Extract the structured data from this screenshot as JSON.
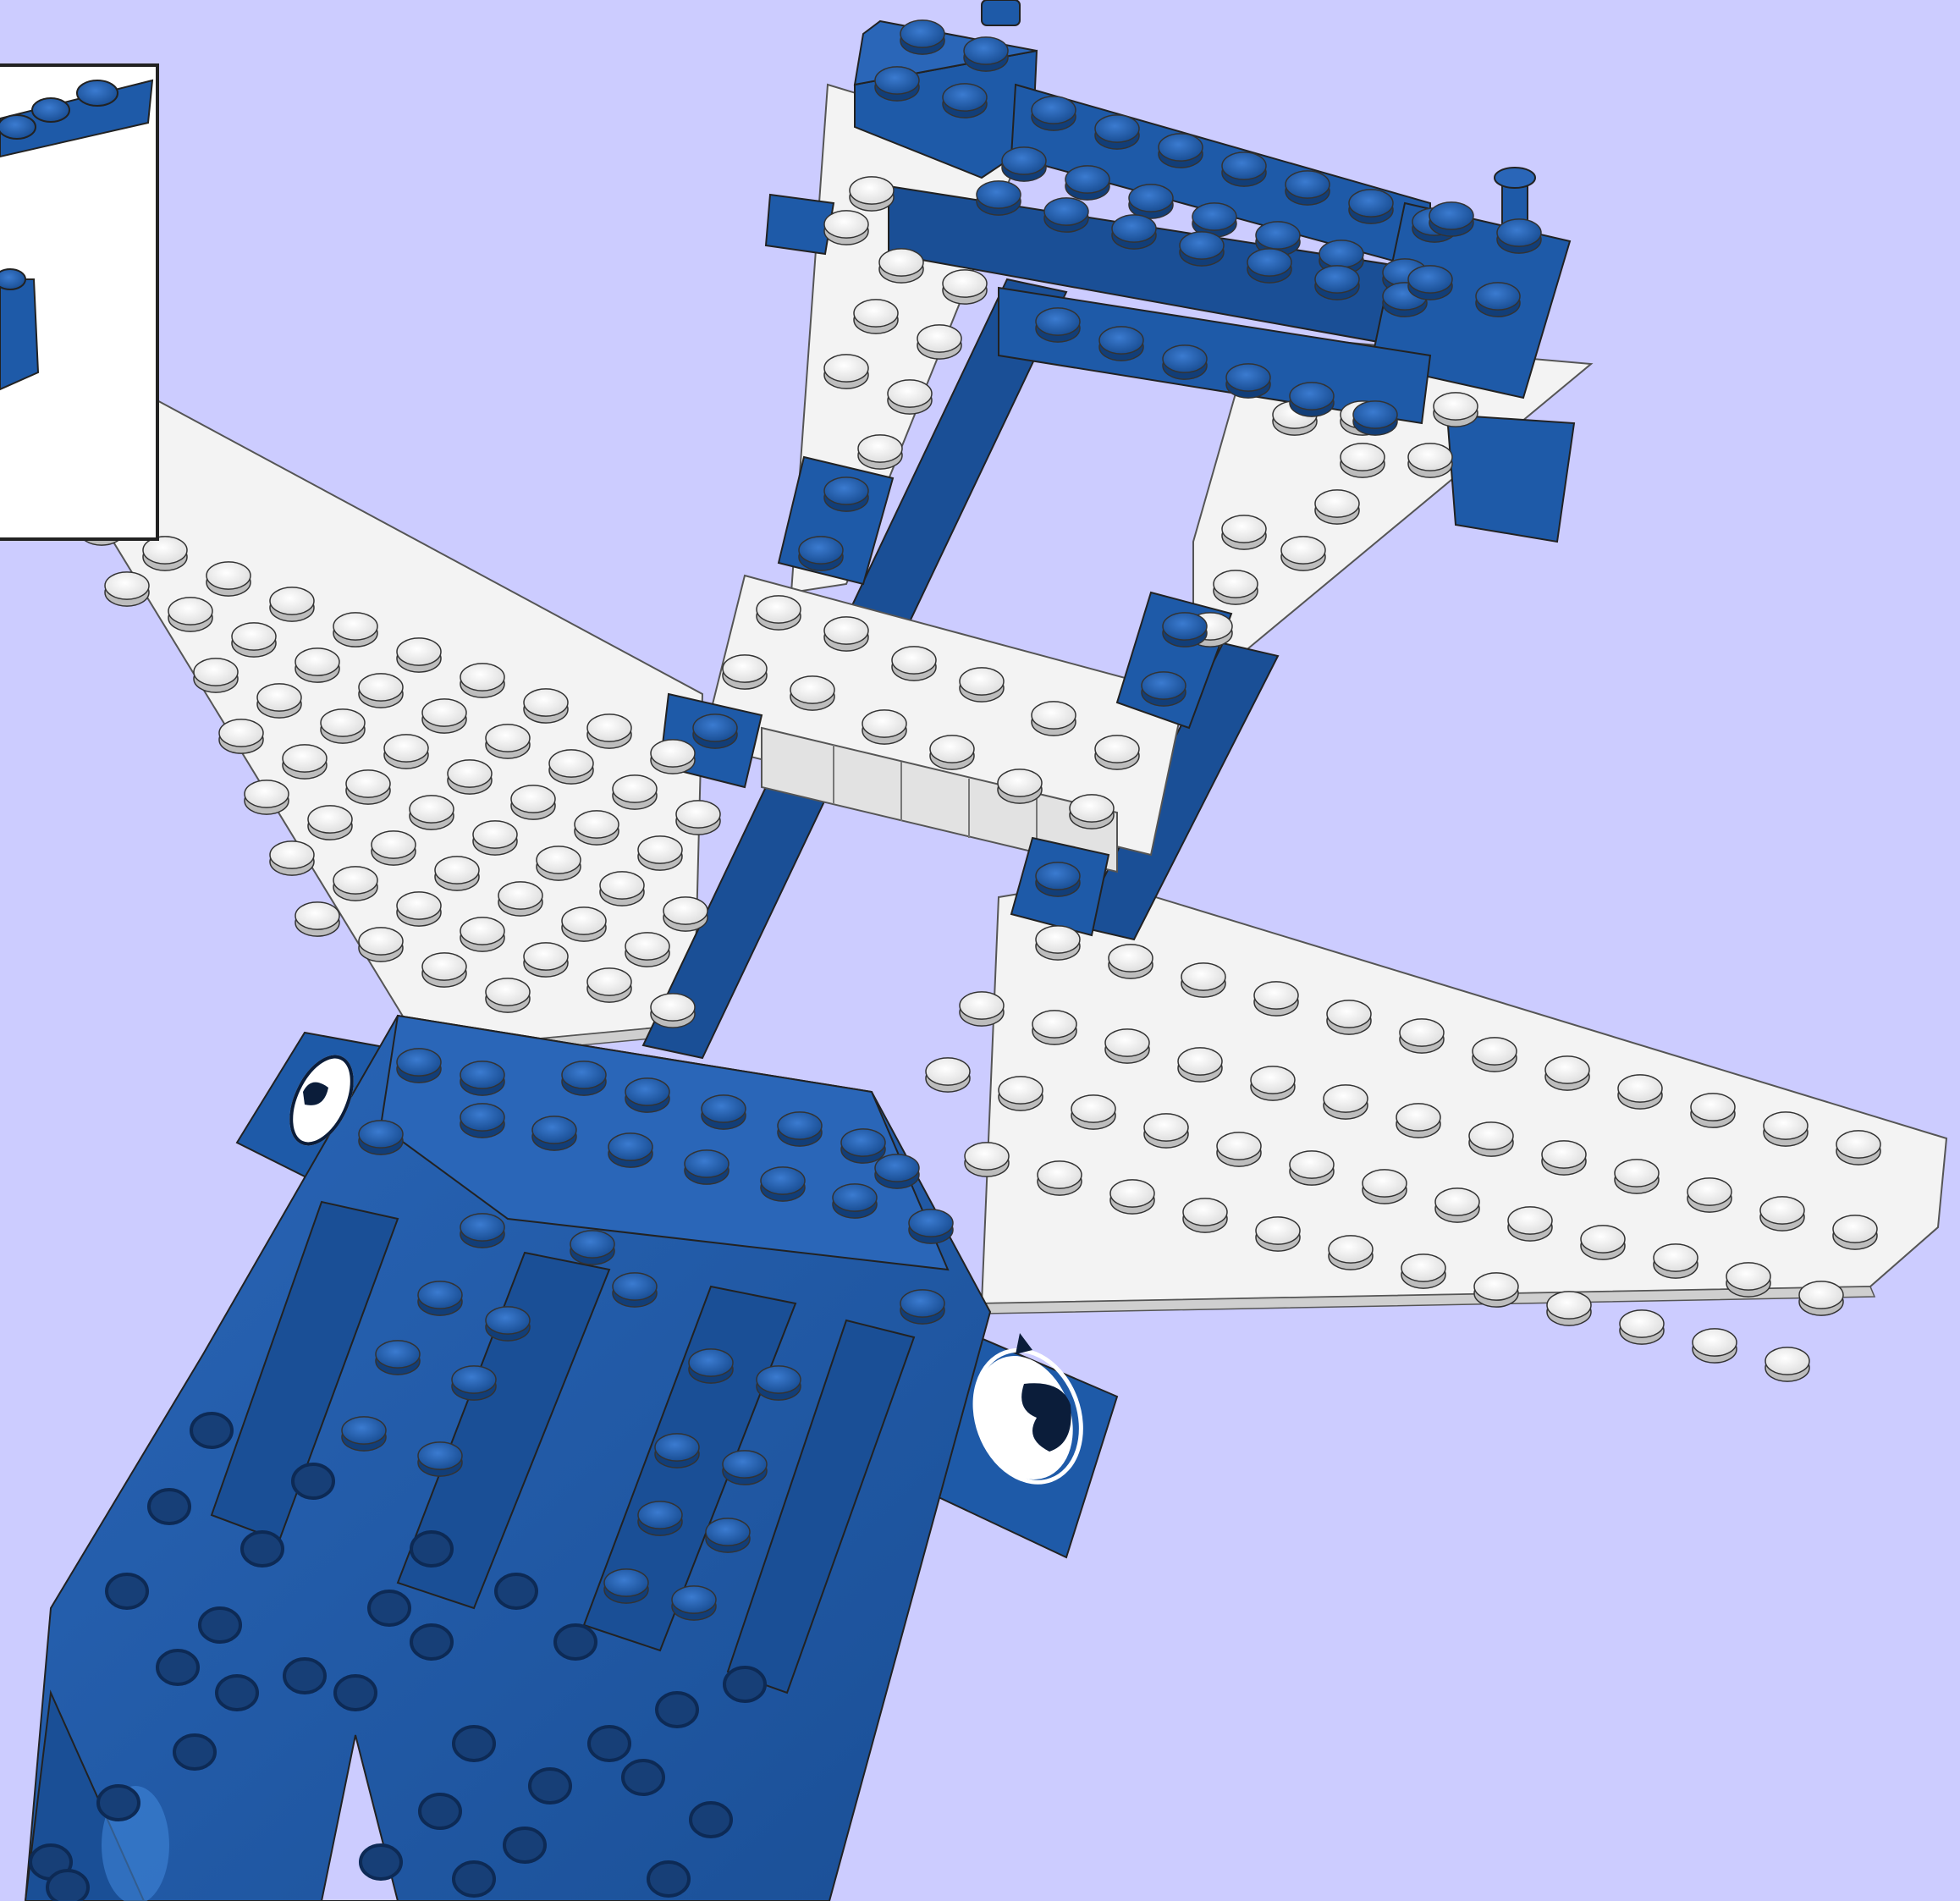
{
  "scene": {
    "background_color": "#ccccff",
    "brick_colors": {
      "blue": "#1e5aa8",
      "blue_dark": "#143f7a",
      "blue_light": "#3a78c8",
      "white": "#f4f4f4",
      "white_shade": "#d8d8d8",
      "outline": "#1a1a1a"
    }
  },
  "callout": {
    "border_color": "#222222",
    "background": "#ffffff"
  },
  "decals": [
    {
      "name": "globe-emblem-left",
      "icon": "globe-logo"
    },
    {
      "name": "globe-emblem-right",
      "icon": "globe-logo"
    }
  ]
}
